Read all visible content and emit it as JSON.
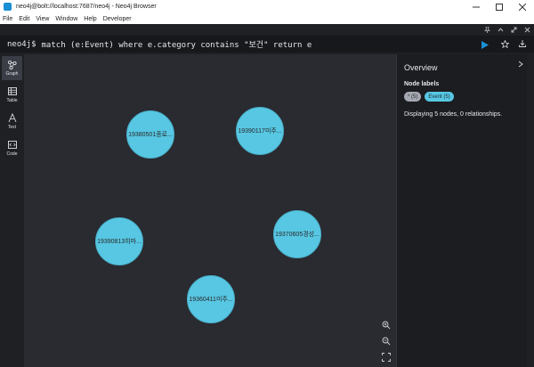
{
  "window": {
    "title": "neo4j@bolt://localhost:7687/neo4j - Neo4j Browser",
    "menu": [
      "File",
      "Edit",
      "View",
      "Window",
      "Help",
      "Developer"
    ]
  },
  "editor": {
    "prompt": "neo4j$",
    "query": "match (e:Event) where e.category contains \"보건\" return e"
  },
  "side_tabs": [
    {
      "label": "Graph",
      "icon": "graph-icon",
      "active": true
    },
    {
      "label": "Table",
      "icon": "table-icon",
      "active": false
    },
    {
      "label": "Text",
      "icon": "text-icon",
      "active": false
    },
    {
      "label": "Code",
      "icon": "code-icon",
      "active": false
    }
  ],
  "graph": {
    "nodes": [
      {
        "caption": "19380501종로..."
      },
      {
        "caption": "19390117미주..."
      },
      {
        "caption": "19390813히마..."
      },
      {
        "caption": "19370605경성..."
      },
      {
        "caption": "19360411미주..."
      }
    ]
  },
  "overview": {
    "title": "Overview",
    "node_labels_heading": "Node labels",
    "label_all": "* (5)",
    "label_event": "Event (5)",
    "summary": "Displaying 5 nodes, 0 relationships."
  },
  "colors": {
    "node_fill": "#57c7e3",
    "run_accent": "#1b8fd6",
    "background": "#292b31"
  }
}
